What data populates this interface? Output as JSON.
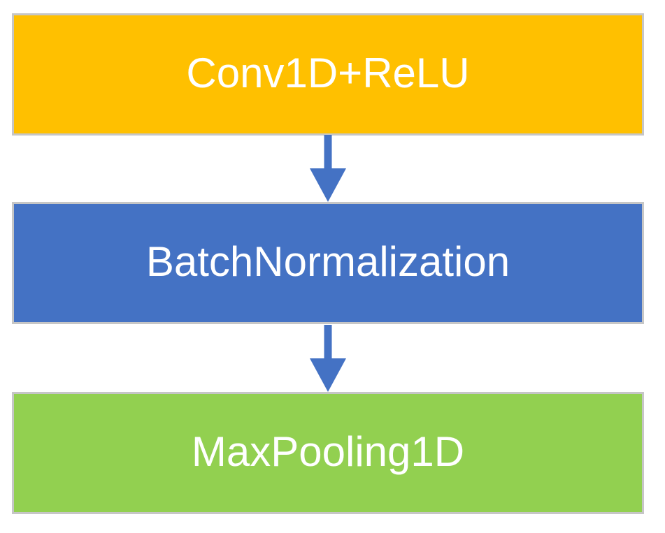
{
  "diagram": {
    "type": "flow",
    "direction": "top-to-bottom",
    "boxes": [
      {
        "id": "conv1d-relu",
        "label": "Conv1D+ReLU",
        "fill": "#FFC000",
        "border_color": "#C6C6C6",
        "text_color": "#FFFFFF"
      },
      {
        "id": "batch-normalization",
        "label": "BatchNormalization",
        "fill": "#4472C4",
        "border_color": "#C6C6C6",
        "text_color": "#FFFFFF"
      },
      {
        "id": "maxpooling1d",
        "label": "MaxPooling1D",
        "fill": "#92D050",
        "border_color": "#C6C6C6",
        "text_color": "#FFFFFF"
      }
    ],
    "connectors": [
      {
        "from": "conv1d-relu",
        "to": "batch-normalization",
        "shape": "down-arrow",
        "color": "#4472C4"
      },
      {
        "from": "batch-normalization",
        "to": "maxpooling1d",
        "shape": "down-arrow",
        "color": "#4472C4"
      }
    ]
  }
}
